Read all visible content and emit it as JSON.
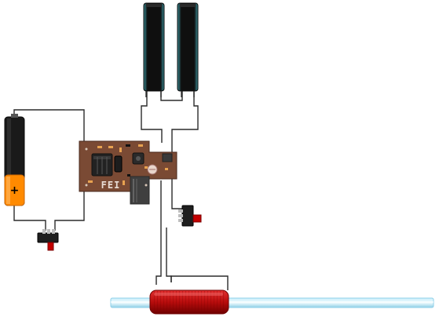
{
  "circuit": {
    "board_label": "FEI",
    "battery_terminal": "+",
    "components": {
      "battery": "battery",
      "capacitors": [
        "capacitor",
        "capacitor"
      ],
      "switches": [
        "slide-switch",
        "slide-switch"
      ],
      "coil": "induction-coil",
      "barrel": "glass-tube"
    }
  },
  "colors": {
    "wire": "#2b2b2b",
    "battery_body": "#1a1a1a",
    "battery_cap": "#ff8a00",
    "board": "#7a4a34",
    "board_dark": "#5b3425",
    "capacitor_body": "#141414",
    "capacitor_edge": "#4aa0a8",
    "switch_body": "#1e1e1e",
    "switch_knob": "#c40000",
    "coil": "#c81010",
    "coil_dark": "#7d0000",
    "tube": "#a8dcef",
    "tube_light": "#dff4fb"
  }
}
